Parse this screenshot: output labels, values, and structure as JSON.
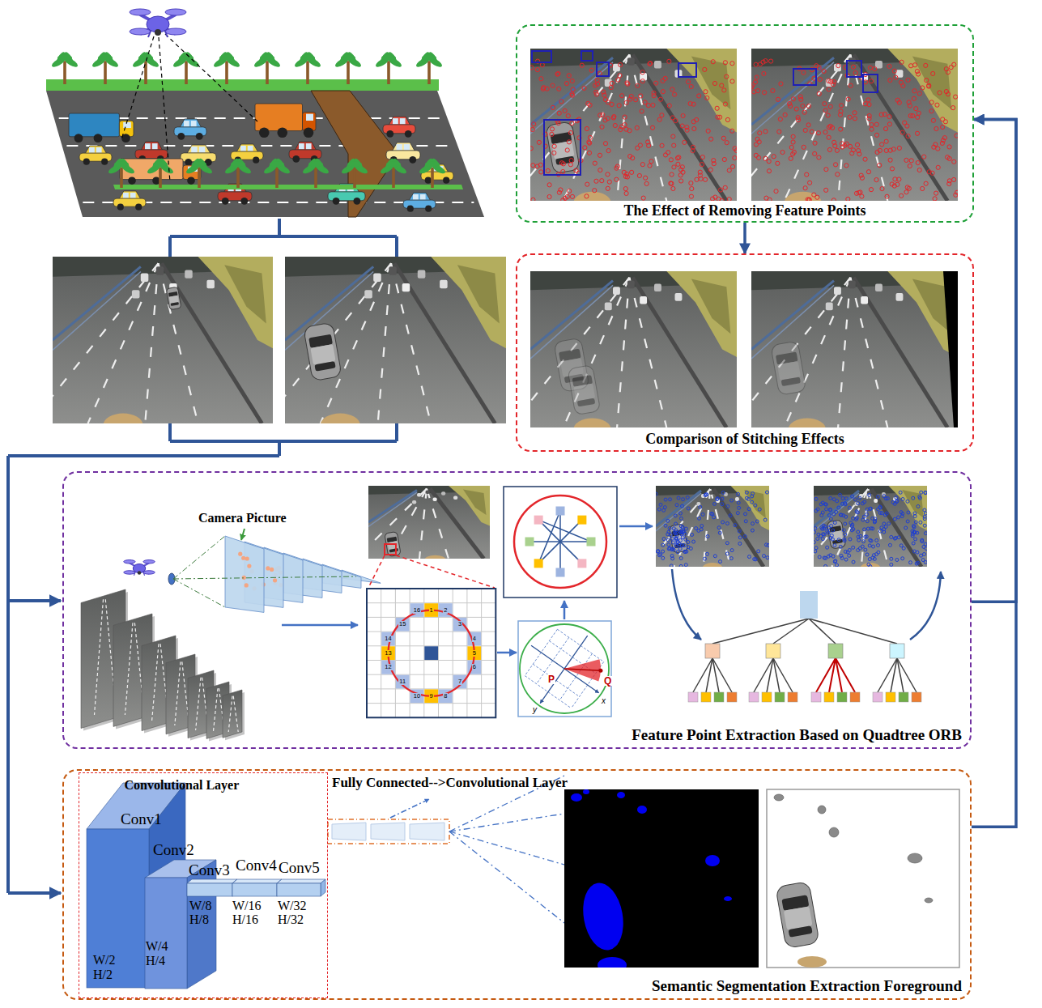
{
  "diagram": {
    "nodes": [
      {
        "text": [
          "The Effect of Removing Feature Points"
        ]
      },
      {
        "text": [
          "Comparison of Stitching Effects"
        ]
      },
      {
        "text": [
          "Feature Point Extraction Based on Quadtree ORB"
        ]
      },
      {
        "text": [
          "Semantic Segmentation Extraction Foreground"
        ]
      },
      {
        "text": [
          "Convolutional Layer"
        ],
        "in": 3
      },
      {
        "text": [
          "Conv1",
          "W/2 H/2"
        ],
        "in": 4
      },
      {
        "text": [
          "Conv2",
          "W/4 H/4"
        ],
        "in": 4
      },
      {
        "text": [
          "Conv3",
          "W/8 H/8"
        ],
        "in": 4
      },
      {
        "text": [
          "Conv4",
          "W/16 H/16"
        ],
        "in": 4
      },
      {
        "text": [
          "Conv5",
          "W/32 H/32"
        ],
        "in": 4
      }
    ],
    "edges": [
      {
        "from": 2,
        "to": 0,
        "arrow": "to"
      },
      {
        "from": 3,
        "to": 0,
        "arrow": "to"
      },
      {
        "from": 0,
        "to": 1,
        "arrow": "to"
      }
    ],
    "labels": [
      "Camera Picture",
      "Fully Connected-->Convolutional Layer",
      "1",
      "2",
      "3",
      "4",
      "5",
      "6",
      "7",
      "8",
      "9",
      "10",
      "11",
      "12",
      "13",
      "14",
      "15",
      "16",
      "P",
      "Q",
      "x",
      "y"
    ]
  }
}
